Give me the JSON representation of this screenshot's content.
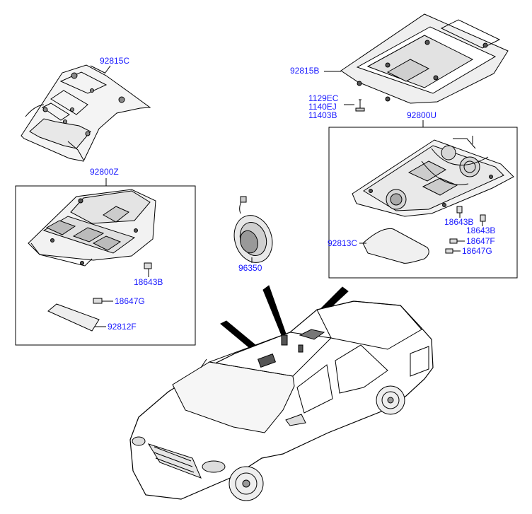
{
  "colors": {
    "label": "#1a1aff",
    "line": "#000000",
    "background": "#ffffff"
  },
  "parts": {
    "p92815C": "92815C",
    "p92815B": "92815B",
    "p1129EC": "1129EC",
    "p1140EJ": "1140EJ",
    "p11403B": "11403B",
    "p92800U": "92800U",
    "p92800Z": "92800Z",
    "p96350": "96350",
    "p18643B_a": "18643B",
    "p18643B_b": "18643B",
    "p18643B_c": "18643B",
    "p18647G_a": "18647G",
    "p18647G_b": "18647G",
    "p18647F": "18647F",
    "p92812F": "92812F",
    "p92813C": "92813C"
  }
}
